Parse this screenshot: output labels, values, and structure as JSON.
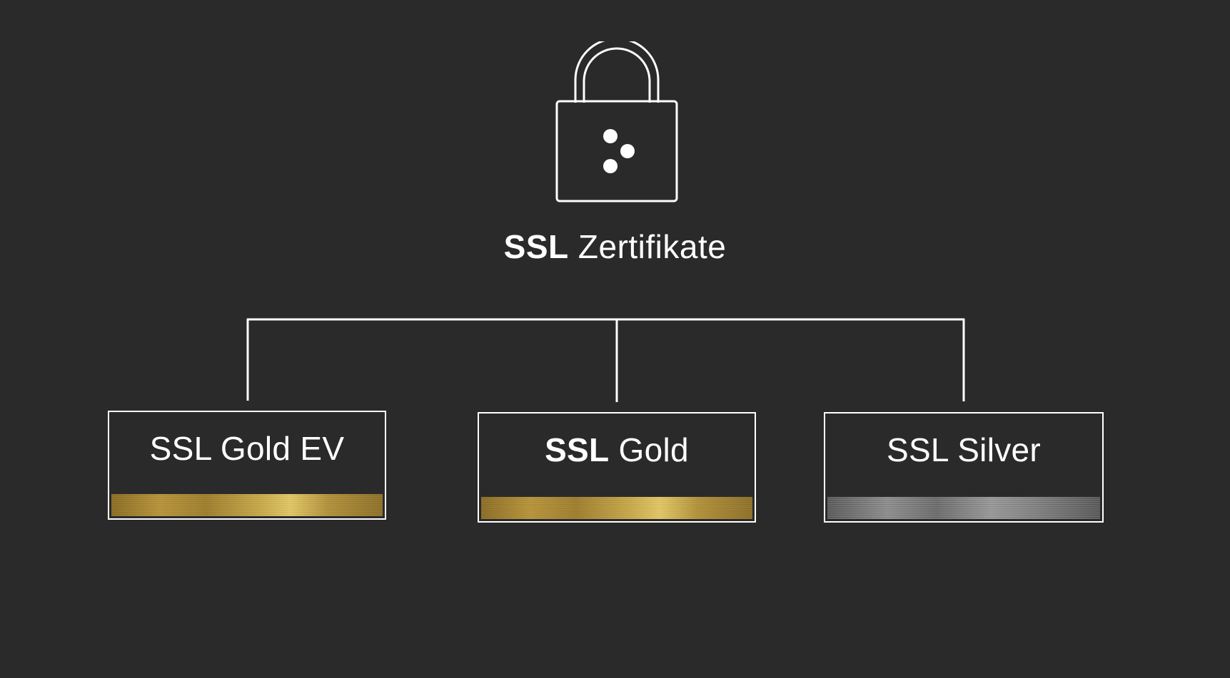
{
  "root": {
    "title_bold": "SSL",
    "title_rest": " Zertifikate",
    "icon": "lock-icon"
  },
  "children": [
    {
      "label_bold": "",
      "label_rest": "SSL Gold EV",
      "bar_finish": "gold"
    },
    {
      "label_bold": "SSL",
      "label_rest": " Gold",
      "bar_finish": "gold"
    },
    {
      "label_bold": "",
      "label_rest": "SSL Silver",
      "bar_finish": "silver"
    }
  ],
  "colors": {
    "background": "#2a2a2a",
    "foreground": "#ffffff",
    "gold": "#c9a94a",
    "silver": "#8f8f8f"
  }
}
